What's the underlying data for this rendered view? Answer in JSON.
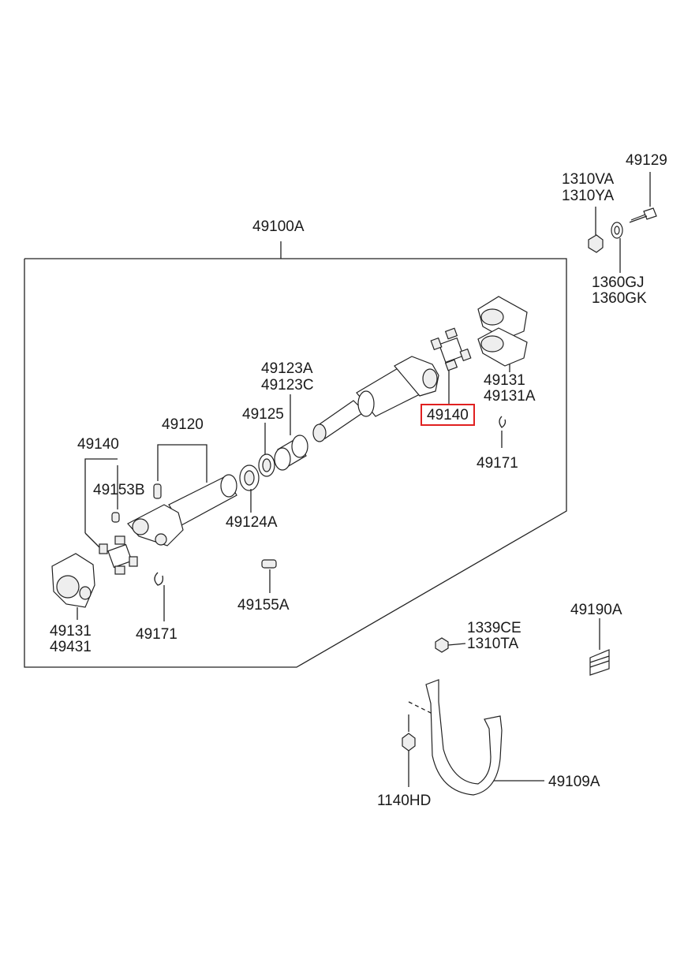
{
  "diagram": {
    "labels": {
      "assembly": "49100A",
      "bolt_top": "49129",
      "nut_top_1": "1310VA",
      "nut_top_2": "1310YA",
      "washer_top_1": "1360GJ",
      "washer_top_2": "1360GK",
      "yoke_right_1": "49131",
      "yoke_right_2": "49131A",
      "spider_right": "49140",
      "snap_ring_right": "49171",
      "sleeve_1": "49123A",
      "sleeve_2": "49123C",
      "seal": "49125",
      "washer_mid": "49124A",
      "tube": "49120",
      "spider_left": "49140",
      "grease_left": "49153B",
      "grease_mid": "49155A",
      "yoke_left_1": "49131",
      "yoke_left_2": "49431",
      "snap_ring_left": "49171",
      "label_plate": "49190A",
      "nut_bracket_1": "1339CE",
      "nut_bracket_2": "1310TA",
      "bracket": "49109A",
      "bolt_bracket": "1140HD"
    },
    "highlight": "49140",
    "highlight_color": "#e02020"
  }
}
